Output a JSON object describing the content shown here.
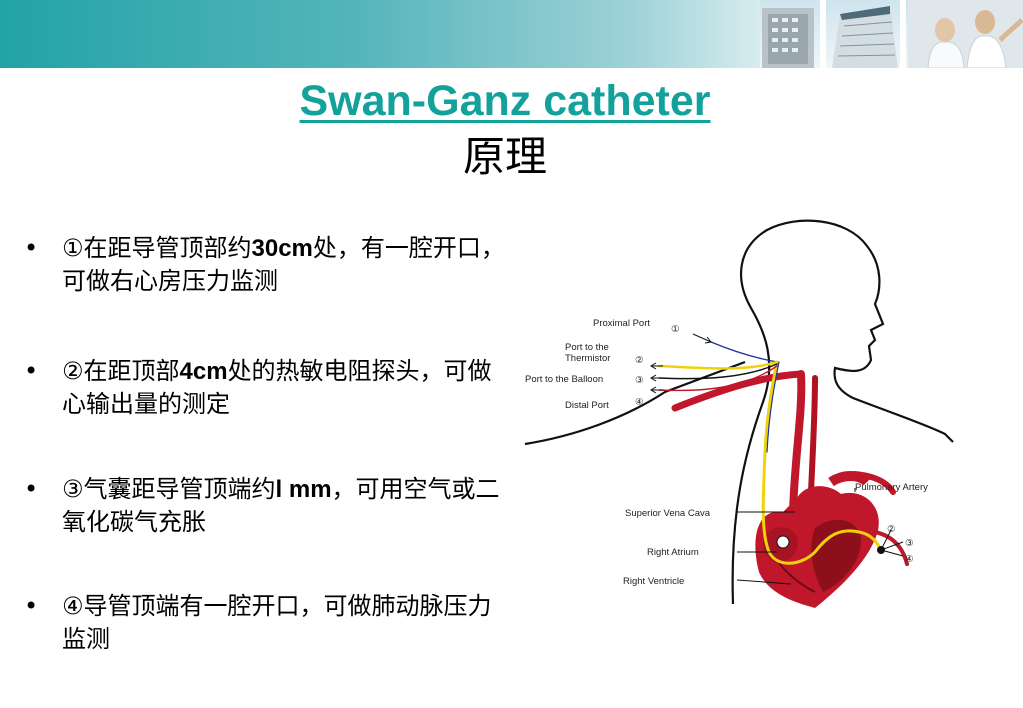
{
  "header": {
    "title_en": "Swan-Ganz catheter",
    "title_cn": "原理"
  },
  "bullets": [
    {
      "text_a": "①在距导管顶部约",
      "num": "30cm",
      "text_b": "处，有一腔开口，可做右心房压力监测"
    },
    {
      "text_a": "②在距顶部",
      "num": "4cm",
      "text_b": "处的热敏电阻探头，可做心输出量的测定"
    },
    {
      "text_a": "③气囊距导管顶端约",
      "num": "l mm",
      "text_b": "，可用空气或二氧化碳气充胀"
    },
    {
      "text_a": "④导管顶端有一腔开口，可做肺动脉压力监测",
      "num": "",
      "text_b": ""
    }
  ],
  "diagram": {
    "labels": {
      "proximal_port": "Proximal Port",
      "port_thermistor_1": "Port to the",
      "port_thermistor_2": "Thermistor",
      "port_balloon": "Port to the Balloon",
      "distal_port": "Distal Port",
      "pulmonary_artery": "Pulmonary Artery",
      "svc": "Superior Vena Cava",
      "right_atrium": "Right Atrium",
      "right_ventricle": "Right Ventricle"
    },
    "markers": [
      "①",
      "②",
      "③",
      "④"
    ],
    "colors": {
      "vessel": "#c0182a",
      "heart_dark": "#8e0f1c",
      "catheter_yellow": "#f0d20a",
      "catheter_blue": "#2033a0",
      "outline": "#111111"
    }
  },
  "colors": {
    "title": "#13a19c",
    "banner_start": "#22a3a6"
  }
}
